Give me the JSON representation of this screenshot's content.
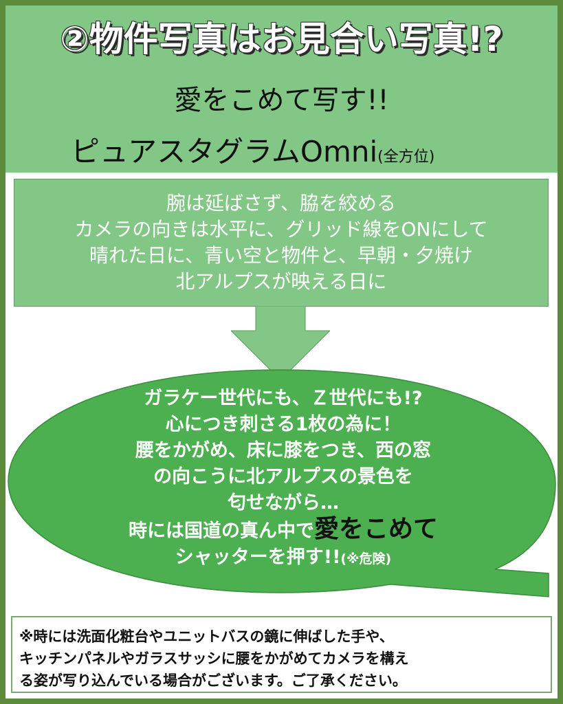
{
  "header": {
    "title": "②物件写真はお見合い写真!?",
    "subtitle_line1": "愛をこめて写す!!",
    "subtitle_line2_main": "ピュアスタグラムOmni",
    "subtitle_line2_small": "(全方位)"
  },
  "tips": {
    "lines": [
      "腕は延ばさず、脇を絞める",
      "カメラの向きは水平に、グリッド線をONにして",
      "晴れた日に、青い空と物件と、早朝・夕焼け",
      "北アルプスが映える日に"
    ]
  },
  "bubble": {
    "lines": [
      "ガラケー世代にも、Ｚ世代にも!?",
      "心につき刺さる1枚の為に！",
      "腰をかがめ、床に膝をつき、西の窓",
      "の向こうに北アルプスの景色を",
      "匂せながら…"
    ],
    "line6_prefix": "時には国道の真ん中で",
    "line6_emphasis": "愛をこめて",
    "line7_main": "シャッターを押す!!",
    "line7_small": "(※危険)"
  },
  "note": {
    "lines": [
      "※時には洗面化粧台やユニットバスの鏡に伸ばした手や、",
      "キッチンパネルやガラスサッシに腰をかがめてカメラを構え",
      "る姿が写り込んでいる場合がございます。ご了承ください。"
    ]
  },
  "colors": {
    "border": "#5b8a3a",
    "light_green": "#82c785",
    "bubble_green": "#4caf50",
    "white": "#ffffff"
  }
}
